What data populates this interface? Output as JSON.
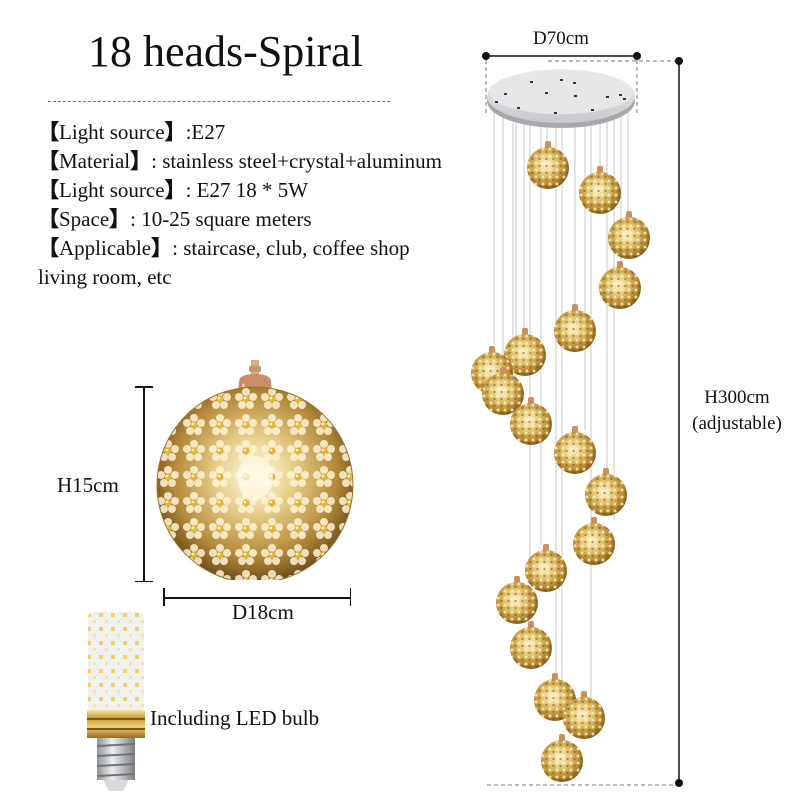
{
  "title": "18 heads-Spiral",
  "specs": [
    {
      "key": "Light source",
      "value": ":E27"
    },
    {
      "key": "Material",
      "value": ": stainless steel+crystal+aluminum"
    },
    {
      "key": "Light source",
      "value": ": E27 18 * 5W"
    },
    {
      "key": "Space",
      "value": ": 10-25 square meters"
    },
    {
      "key": "Applicable",
      "value": ": staircase, club, coffee shop"
    }
  ],
  "spec_continuation": "living room, etc",
  "bracket_open": "【",
  "bracket_close": "】",
  "pendant_detail": {
    "height_label": "H15cm",
    "diameter_label": "D18cm"
  },
  "bulb": {
    "label": "Including LED bulb"
  },
  "chandelier": {
    "diameter_label": "D70cm",
    "height_label": "H300cm",
    "height_note": "(adjustable)",
    "heads": 18
  },
  "colors": {
    "gold": "#c9a043",
    "gold_light": "#f1dc9a",
    "gold_dark": "#8a6420",
    "canopy": "#d9d9dc",
    "wire": "#c8c8c8",
    "dash": "#777777"
  }
}
